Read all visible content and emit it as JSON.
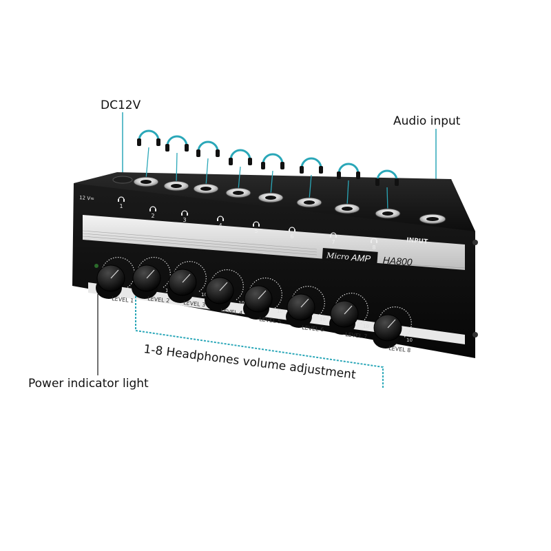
{
  "callouts": {
    "dc": "DC12V",
    "audio_input": "Audio input",
    "power_light": "Power indicator light",
    "volume_adjust": "1-8 Headphones volume adjustment"
  },
  "device": {
    "voltage_label": "12 V=",
    "input_label": "INPUT",
    "brand_script": "Micro",
    "brand_main": "AMP",
    "model": "HA800",
    "channels": [
      "1",
      "2",
      "3",
      "4",
      "5",
      "6",
      "7",
      "8"
    ],
    "levels": [
      "LEVEL 1",
      "LEVEL 2",
      "LEVEL 3",
      "LEVEL 4",
      "LEVEL 5",
      "LEVEL 6",
      "LEVEL 7",
      "LEVEL 8"
    ],
    "scale_max": "10"
  },
  "colors": {
    "accent": "#2aa7b8",
    "body": "#141414",
    "panel_silver": "#d9d9d9"
  },
  "icons": [
    "headphones-icon"
  ]
}
